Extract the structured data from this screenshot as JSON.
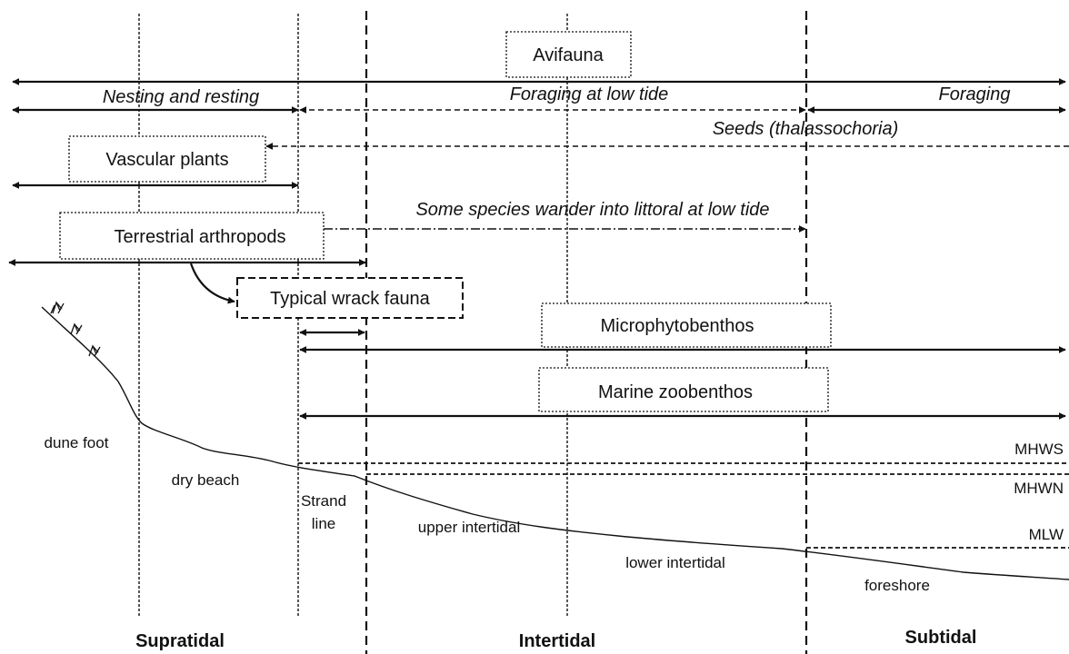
{
  "groups": {
    "avifauna": "Avifauna",
    "vascular_plants": "Vascular plants",
    "terrestrial_arthropods": "Terrestrial arthropods",
    "typical_wrack_fauna": "Typical wrack fauna",
    "microphytobenthos": "Microphytobenthos",
    "marine_zoobenthos": "Marine zoobenthos"
  },
  "activities": {
    "nesting_resting": "Nesting and resting",
    "foraging_low_tide": "Foraging at low tide",
    "foraging": "Foraging",
    "seeds": "Seeds (thalassochoria)",
    "wander": "Some species wander into littoral at low tide"
  },
  "tide_levels": {
    "mhws": "MHWS",
    "mhwn": "MHWN",
    "mlw": "MLW"
  },
  "zones": {
    "dune_foot": "dune foot",
    "dry_beach": "dry beach",
    "strand_line_1": "Strand",
    "strand_line_2": "line",
    "upper_intertidal": "upper intertidal",
    "lower_intertidal": "lower intertidal",
    "foreshore": "foreshore"
  },
  "regions": {
    "supratidal": "Supratidal",
    "intertidal": "Intertidal",
    "subtidal": "Subtidal"
  }
}
